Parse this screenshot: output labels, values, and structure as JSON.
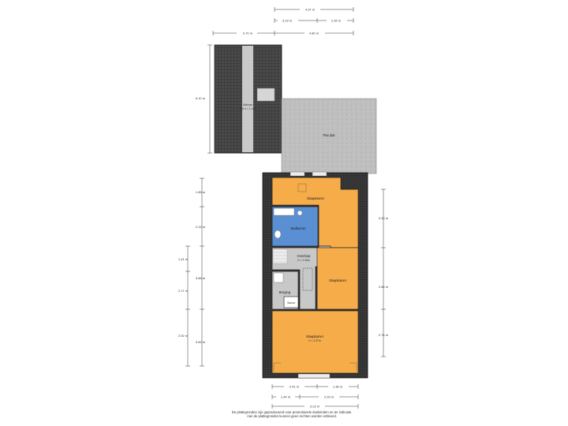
{
  "dimensions": {
    "top_total": "4.07 m",
    "top_left": "3.23 m",
    "top_right": "2.26 m",
    "top_row2_left": "0.70 m",
    "top_row2_right": "4.80 m",
    "roof_height": "6.10 m",
    "left_1": "1.89 m",
    "left_2": "2.22 m",
    "left_3": "1.41 m",
    "left_4": "3.66 m",
    "left_5": "2.17 m",
    "left_6": "2.92 m",
    "left_7": "3.62 m",
    "right_1": "3.30 m",
    "right_2": "2.66 m",
    "right_3": "2.74 m",
    "bottom_left": "2.41 m",
    "bottom_right": "1.35 m",
    "bottom2_left": "1.44 m",
    "bottom2_right": "2.29 m",
    "bottom_total": "3.23 m"
  },
  "rooms": {
    "roof_label": "Uitbouw",
    "roof_sub": "vrije h = 1.44m",
    "flat_roof": "Plat dak",
    "bedroom_top": "Slaapkamer",
    "bathroom": "Badkamer",
    "landing": "Overloop",
    "landing_sub": "H = 2.26m",
    "bedroom_mid": "Slaapkamer",
    "storage": "Berging",
    "sauna": "Sauna",
    "bedroom_bottom": "Slaapkamer",
    "bedroom_bottom_sub": "H = 2.37m"
  },
  "disclaimer": {
    "line1": "De plattegronden zijn geproduceerd voor promotionele doeleinden en ter indicatie.",
    "line2": "Aan de plattegronden kunnen geen rechten worden ontleend."
  },
  "colors": {
    "bedroom": "#f7ac4a",
    "bathroom": "#5b8fd3",
    "landing": "#c8c8c8",
    "roof": "#4a4a4a",
    "flat_roof": "#bdbdbd",
    "wall": "#222222"
  }
}
